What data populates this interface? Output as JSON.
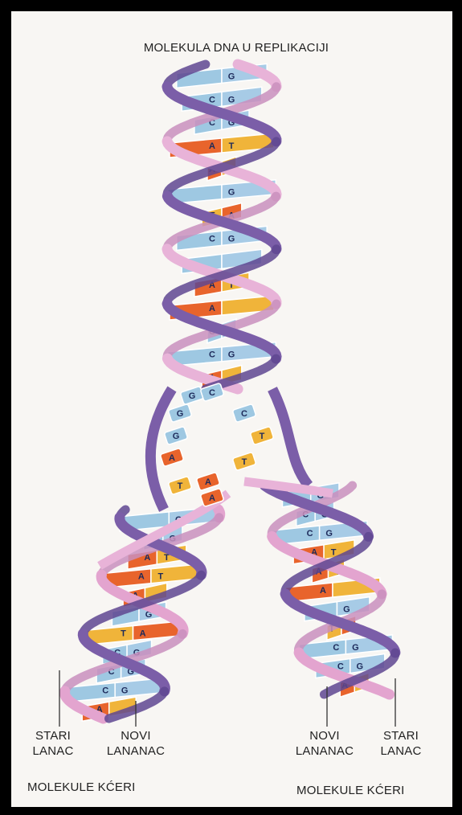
{
  "title": "MOLEKULA DNA U REPLIKACIJI",
  "labels": {
    "old_strand_left": [
      "STARI",
      "LANAC"
    ],
    "new_strand_left": [
      "NOVI",
      "LANANAC"
    ],
    "new_strand_right": [
      "NOVI",
      "LANANAC"
    ],
    "old_strand_right": [
      "STARI",
      "LANAC"
    ],
    "daughter_left": "MOLEKULE KĆERI",
    "daughter_right": "MOLEKULE KĆERI"
  },
  "parent_pairs": [
    {
      "left": "",
      "right": "G",
      "type": "cg"
    },
    {
      "left": "C",
      "right": "G",
      "type": "cg"
    },
    {
      "left": "C",
      "right": "G",
      "type": "cg"
    },
    {
      "left": "A",
      "right": "T",
      "type": "at"
    },
    {
      "left": "A",
      "right": "",
      "type": "at"
    },
    {
      "left": "",
      "right": "G",
      "type": "cg"
    },
    {
      "left": "T",
      "right": "A",
      "type": "ta"
    },
    {
      "left": "C",
      "right": "G",
      "type": "cg"
    },
    {
      "left": "",
      "right": "",
      "type": "cg"
    },
    {
      "left": "A",
      "right": "T",
      "type": "at"
    },
    {
      "left": "A",
      "right": "",
      "type": "at"
    },
    {
      "left": "C",
      "right": "G",
      "type": "cg"
    },
    {
      "left": "C",
      "right": "G",
      "type": "cg"
    },
    {
      "left": "A",
      "right": "",
      "type": "at"
    }
  ],
  "fork_bases": [
    {
      "letter": "G",
      "type": "c"
    },
    {
      "letter": "C",
      "type": "c"
    },
    {
      "letter": "G",
      "type": "c"
    },
    {
      "letter": "C",
      "type": "c"
    },
    {
      "letter": "G",
      "type": "c"
    },
    {
      "letter": "T",
      "type": "t"
    },
    {
      "letter": "A",
      "type": "a"
    },
    {
      "letter": "T",
      "type": "t"
    },
    {
      "letter": "A",
      "type": "a"
    },
    {
      "letter": "T",
      "type": "t"
    },
    {
      "letter": "A",
      "type": "a"
    }
  ],
  "left_daughter_pairs": [
    {
      "left": "",
      "right": "G",
      "type": "cg"
    },
    {
      "left": "C",
      "right": "G",
      "type": "cg"
    },
    {
      "left": "A",
      "right": "T",
      "type": "at"
    },
    {
      "left": "A",
      "right": "T",
      "type": "at"
    },
    {
      "left": "A",
      "right": "",
      "type": "at"
    },
    {
      "left": "",
      "right": "G",
      "type": "cg"
    },
    {
      "left": "T",
      "right": "A",
      "type": "ta"
    },
    {
      "left": "C",
      "right": "G",
      "type": "cg"
    },
    {
      "left": "C",
      "right": "G",
      "type": "cg"
    },
    {
      "left": "C",
      "right": "G",
      "type": "cg"
    },
    {
      "left": "A",
      "right": "",
      "type": "at"
    }
  ],
  "right_daughter_pairs": [
    {
      "left": "",
      "right": "G",
      "type": "cg"
    },
    {
      "left": "C",
      "right": "G",
      "type": "cg"
    },
    {
      "left": "C",
      "right": "G",
      "type": "cg"
    },
    {
      "left": "A",
      "right": "T",
      "type": "at"
    },
    {
      "left": "A",
      "right": "T",
      "type": "at"
    },
    {
      "left": "A",
      "right": "",
      "type": "at"
    },
    {
      "left": "",
      "right": "G",
      "type": "cg"
    },
    {
      "left": "T",
      "right": "A",
      "type": "ta"
    },
    {
      "left": "C",
      "right": "G",
      "type": "cg"
    },
    {
      "left": "C",
      "right": "G",
      "type": "cg"
    },
    {
      "left": "A",
      "right": "",
      "type": "at"
    }
  ],
  "colors": {
    "old_strand": "#7b5ea8",
    "new_strand": "#e3a4cf",
    "old_strand_dark": "#5f4690",
    "cytosine": "#9ec8e2",
    "guanine": "#a7cbe6",
    "adenine": "#e8642c",
    "thymine": "#f0b43a",
    "text": "#222222"
  }
}
